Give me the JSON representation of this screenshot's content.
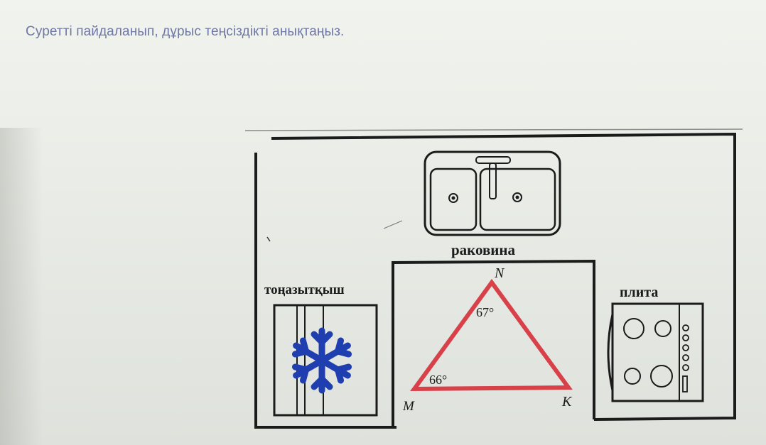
{
  "question": "Суретті пайдаланып, дұрыс теңсіздікті анықтаңыз.",
  "labels": {
    "sink": "раковина",
    "fridge": "тоңазытқыш",
    "stove": "плита"
  },
  "triangle": {
    "vertex_m": "M",
    "vertex_n": "N",
    "vertex_k": "K",
    "angle_m": "66°",
    "angle_n": "67°"
  },
  "colors": {
    "triangle": "#d8404a",
    "snowflake": "#1f3fb0",
    "question_text": "#6f77a6"
  },
  "icons": [
    "snowflake-icon",
    "sink-icon",
    "stove-burners-icon"
  ]
}
